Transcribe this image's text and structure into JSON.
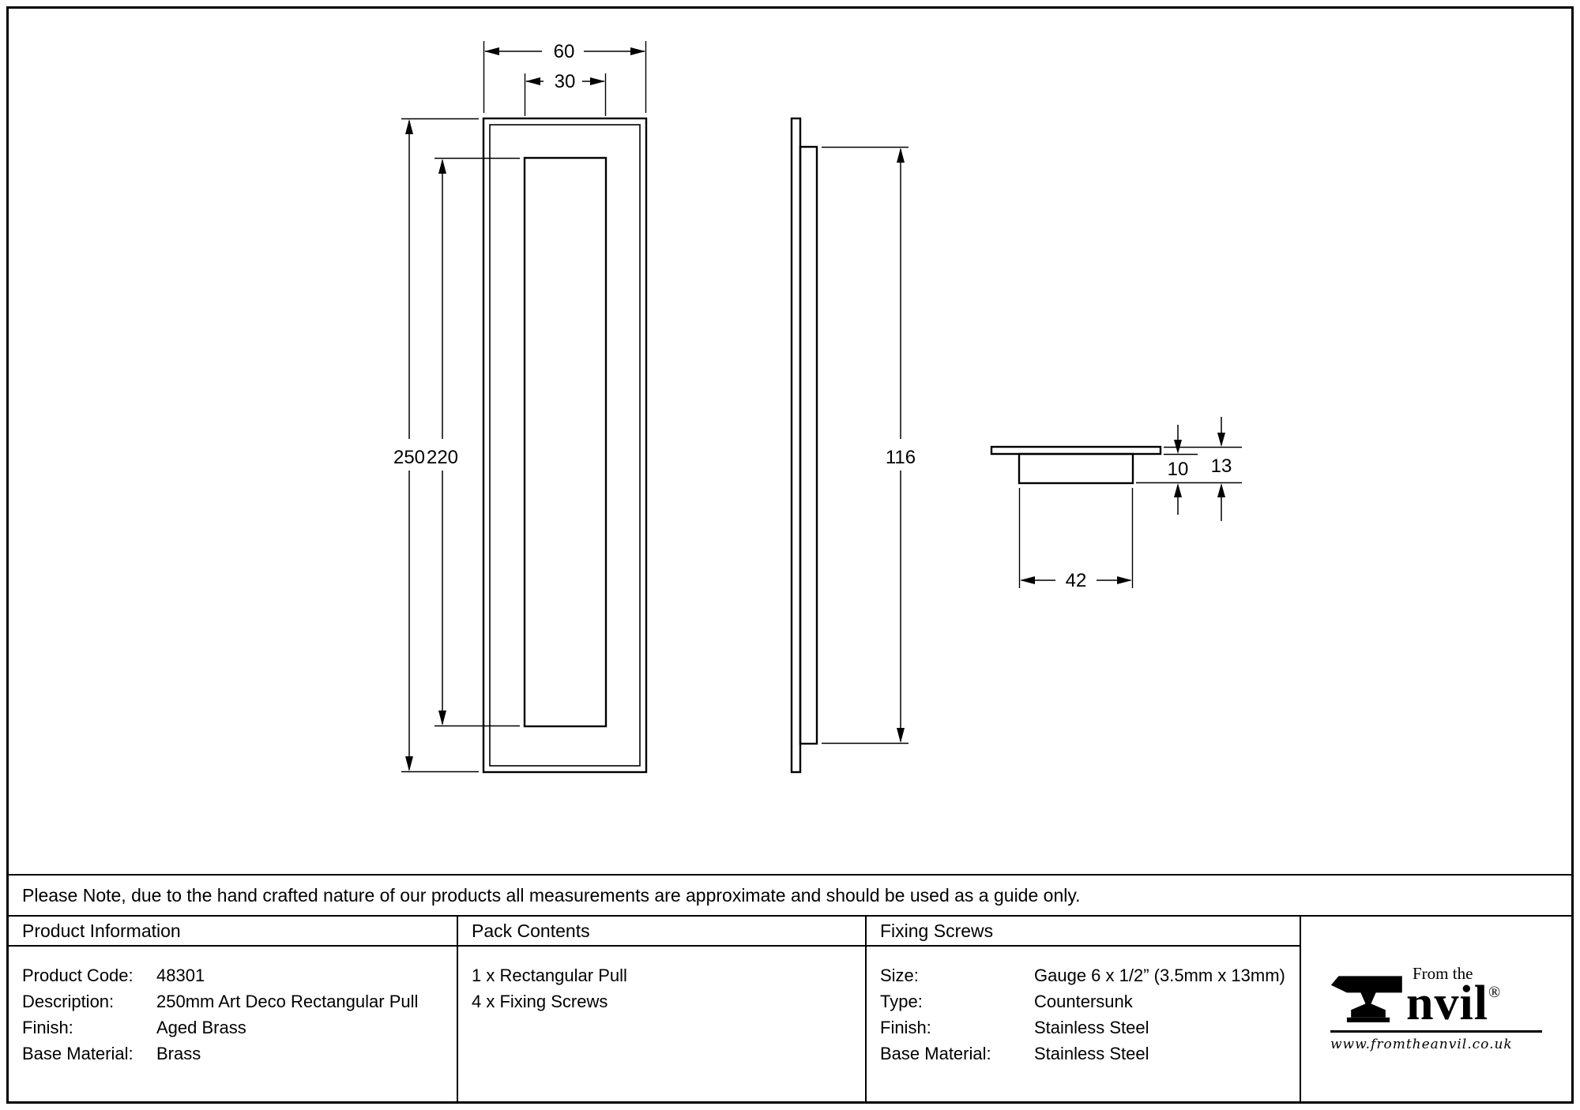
{
  "note": "Please Note, due to the hand crafted nature of our products all measurements are approximate and should be used as a guide only.",
  "drawing": {
    "front": {
      "width": "60",
      "inner_width": "30",
      "height": "250",
      "inner_height": "220"
    },
    "side": {
      "height": "116"
    },
    "end": {
      "width": "42",
      "depth": "10",
      "overall_depth": "13"
    }
  },
  "table": {
    "product_information": {
      "header": "Product Information",
      "rows": [
        {
          "label": "Product Code:",
          "value": "48301"
        },
        {
          "label": "Description:",
          "value": "250mm Art Deco Rectangular Pull"
        },
        {
          "label": "Finish:",
          "value": "Aged Brass"
        },
        {
          "label": "Base Material:",
          "value": "Brass"
        }
      ]
    },
    "pack_contents": {
      "header": "Pack Contents",
      "items": [
        "1 x Rectangular Pull",
        "4 x Fixing Screws"
      ]
    },
    "fixing_screws": {
      "header": "Fixing Screws",
      "rows": [
        {
          "label": "Size:",
          "value": "Gauge 6 x 1/2” (3.5mm x 13mm)"
        },
        {
          "label": "Type:",
          "value": "Countersunk"
        },
        {
          "label": "Finish:",
          "value": "Stainless Steel"
        },
        {
          "label": "Base Material:",
          "value": "Stainless Steel"
        }
      ]
    }
  },
  "logo": {
    "from_the": "From the",
    "anvil": "nvil",
    "registered": "®",
    "url": "www.fromtheanvil.co.uk"
  }
}
